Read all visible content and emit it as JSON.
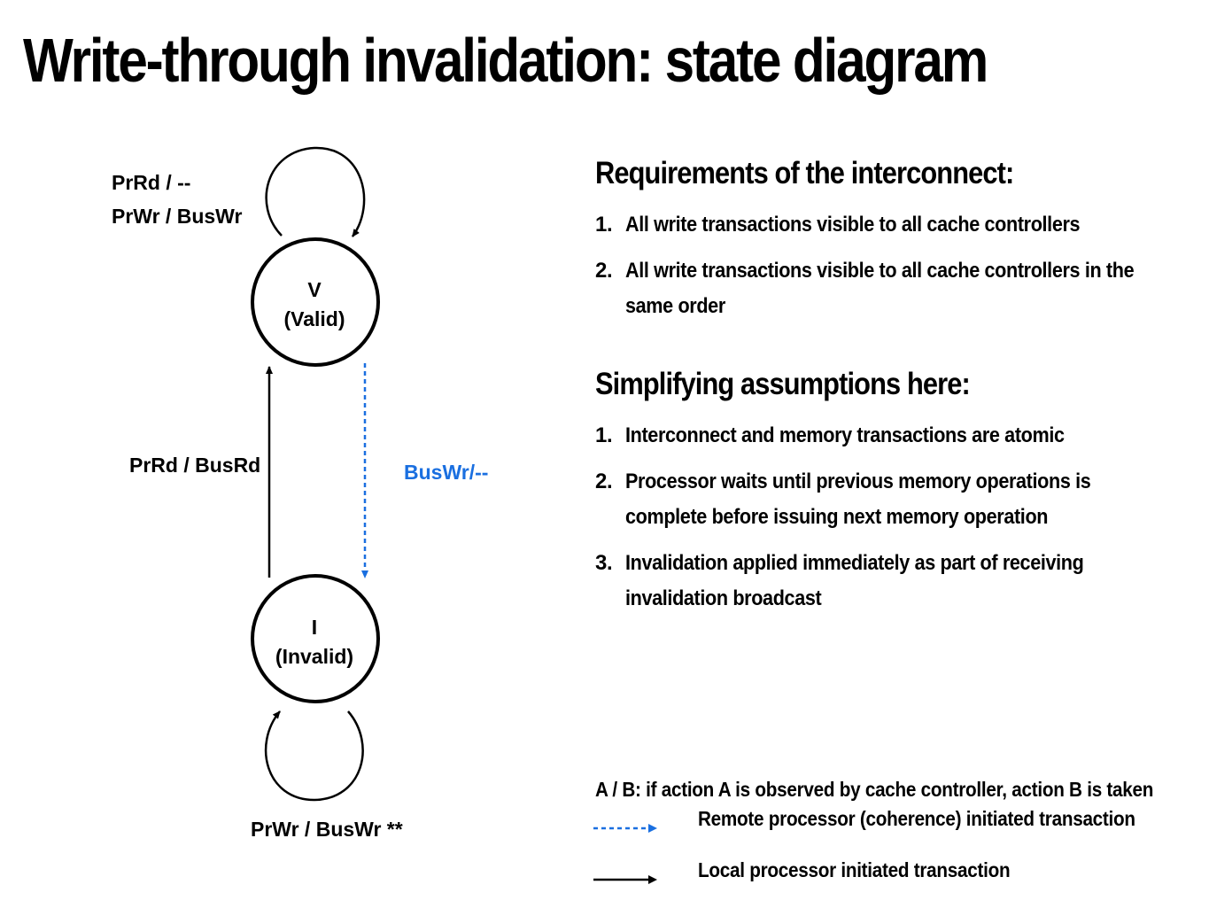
{
  "title": "Write-through invalidation: state diagram",
  "states": {
    "valid": {
      "symbol": "V",
      "name": "(Valid)"
    },
    "invalid": {
      "symbol": "I",
      "name": "(Invalid)"
    }
  },
  "transitions": {
    "valid_self_1": "PrRd / --",
    "valid_self_2": "PrWr / BusWr",
    "invalid_to_valid": "PrRd / BusRd",
    "valid_to_invalid": "BusWr/--",
    "invalid_self": "PrWr / BusWr **"
  },
  "requirements": {
    "heading": "Requirements of the interconnect:",
    "items": [
      {
        "num": "1.",
        "text": "All write transactions visible to all cache controllers"
      },
      {
        "num": "2.",
        "text": "All write transactions visible to all cache controllers in the same order"
      }
    ]
  },
  "assumptions": {
    "heading": "Simplifying assumptions here:",
    "items": [
      {
        "num": "1.",
        "text": "Interconnect and memory transactions are atomic"
      },
      {
        "num": "2.",
        "text": "Processor waits until previous memory operations is complete before issuing next memory operation"
      },
      {
        "num": "3.",
        "text": "Invalidation applied immediately as part of receiving invalidation broadcast"
      }
    ]
  },
  "legend": {
    "definition": "A / B: if action A is observed by cache controller, action B is taken",
    "remote": "Remote processor (coherence) initiated transaction",
    "local": "Local processor initiated transaction"
  },
  "colors": {
    "remote": "#1a6fe0",
    "local": "#000000"
  }
}
